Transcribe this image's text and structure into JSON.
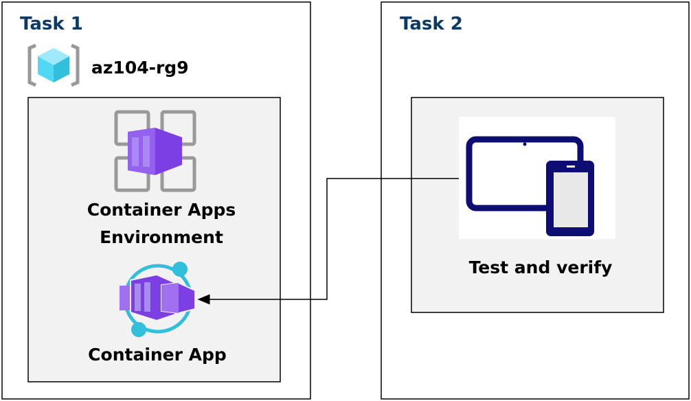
{
  "task1": {
    "title": "Task 1",
    "resource_group": {
      "label": "az104-rg9",
      "icon": "resource-group-icon"
    },
    "environment": {
      "label_line1": "Container Apps",
      "label_line2": "Environment",
      "icon": "container-apps-environment-icon"
    },
    "app": {
      "label": "Container App",
      "icon": "container-app-icon"
    }
  },
  "task2": {
    "title": "Task 2",
    "test": {
      "label": "Test and verify",
      "icon": "tablet-phone-devices-icon"
    }
  },
  "colors": {
    "title": "#0b3a66",
    "panel": "#f2f2f2",
    "purple": "#7b3fe4",
    "cyan": "#32bfdc",
    "navy": "#0d0d73"
  }
}
